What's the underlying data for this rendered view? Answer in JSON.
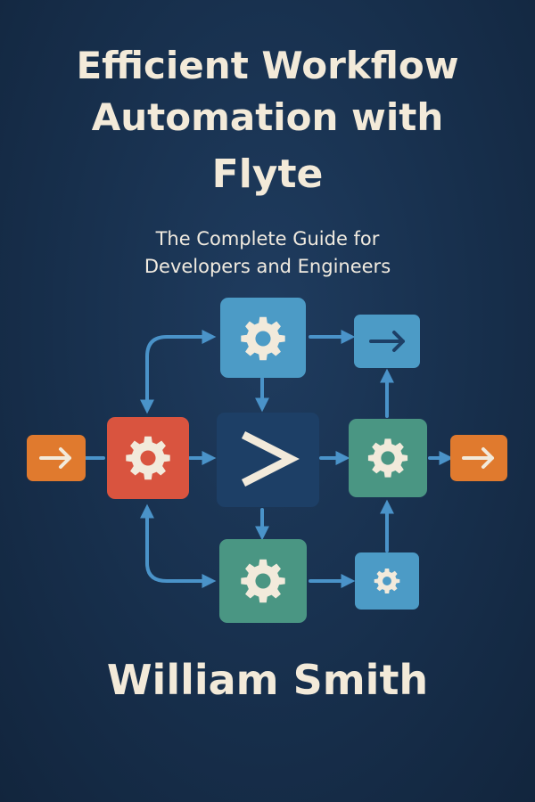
{
  "cover": {
    "title_lines": [
      "Efficient Workflow",
      "Automation with",
      "Flyte"
    ],
    "subtitle_lines": [
      "The Complete Guide for",
      "Developers and Engineers"
    ],
    "author": "William Smith"
  },
  "icons": {
    "gear": "gear-icon",
    "arrow": "arrow-right-icon",
    "prompt": "terminal-prompt-icon"
  },
  "colors": {
    "background": "#172f4c",
    "text": "#f3ead9",
    "orange": "#e07a2e",
    "red": "#d9543f",
    "blue": "#4c9bc6",
    "navy": "#1d3f66",
    "teal": "#4a9683",
    "connector": "#4a93c9",
    "gear": "#f2eadb"
  }
}
